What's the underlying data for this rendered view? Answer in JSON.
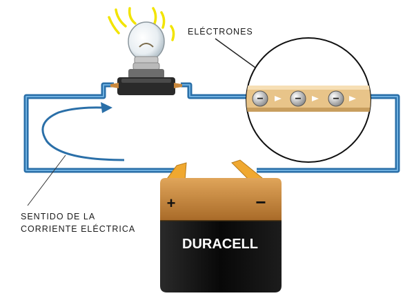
{
  "labels": {
    "electrons": "ELÉCTRONES",
    "current_line1": "SENTIDO DE LA",
    "current_line2": "CORRIENTE ELÉCTRICA"
  },
  "battery": {
    "brand": "DURACELL",
    "positive_symbol": "+",
    "negative_symbol": "−"
  },
  "electron_symbol": "−",
  "colors": {
    "wire": "#2a6fa8",
    "wire_highlight": "#6fb0e0",
    "battery_top": "#c9883d",
    "battery_body": "#111111",
    "terminal": "#f0a830",
    "bulb_rays": "#f2e400",
    "electron_band": "#e8c489"
  },
  "icons": [
    "light-bulb-icon",
    "battery-icon",
    "magnifier-circle-icon",
    "electron-icon",
    "current-arrow-icon"
  ]
}
